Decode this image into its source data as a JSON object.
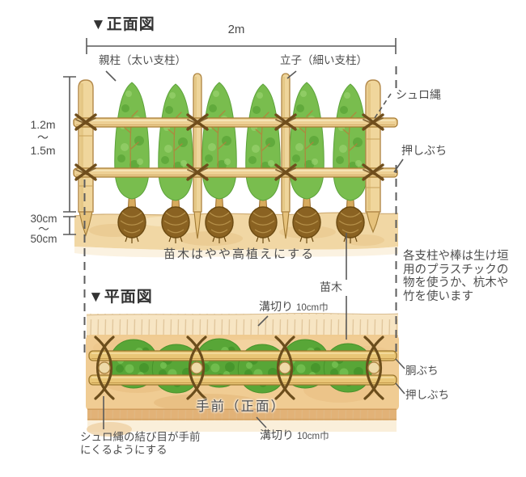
{
  "front_view": {
    "title": "▼正面図",
    "dim_width": "2m",
    "dim_height": "1.2m\n〜\n1.5m",
    "dim_depth": "30cm\n〜\n50cm",
    "labels": {
      "main_post": "親柱（太い支柱）",
      "thin_post": "立子（細い支柱）",
      "palm_rope": "シュロ縄",
      "press_batten": "押しぶち",
      "sapling": "苗木",
      "planting_note": "苗木はやや高植えにする"
    }
  },
  "plan_view": {
    "title": "▼平面図",
    "labels": {
      "groove_top": "溝切り",
      "groove_top_size": "10cm巾",
      "body_batten": "胴ぶち",
      "press_batten": "押しぶち",
      "front_side": "手前（正面）",
      "groove_bottom": "溝切り",
      "groove_bottom_size": "10cm巾",
      "knot_note": "シュロ縄の結び目が手前\nにくるようにする"
    }
  },
  "notes": {
    "support_material": "各支柱や棒は生け垣\n用のプラスチックの\n物を使うか、杭木や\n竹を使います"
  },
  "colors": {
    "foliage_green": "#58a637",
    "bamboo_tan": "#edd094",
    "soil_orange": "#efca90",
    "rope_brown": "#6b4d1c",
    "line_gray": "#5a5a5a"
  }
}
